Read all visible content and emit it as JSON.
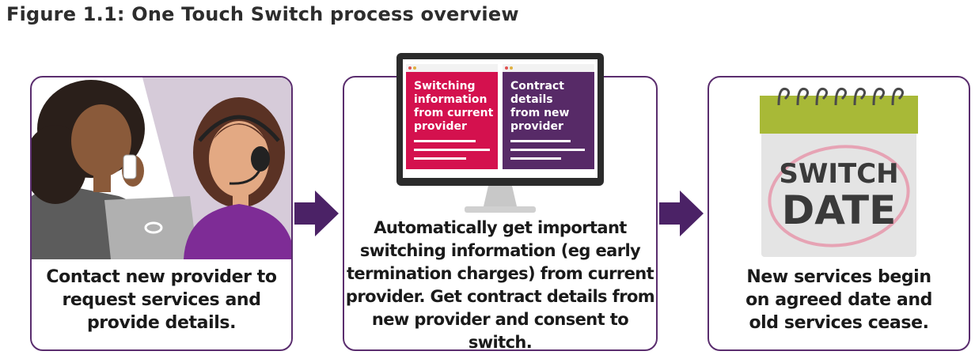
{
  "figure_title": "Figure 1.1: One Touch Switch process overview",
  "steps": [
    {
      "caption_lines": [
        "Contact new provider to",
        "request services and",
        "provide details."
      ]
    },
    {
      "caption_lines": [
        "Automatically get important",
        "switching information (eg early",
        "termination charges) from current",
        "provider. Get contract details from",
        "new provider and consent to switch."
      ]
    },
    {
      "caption_lines": [
        "New services begin",
        "on agreed date and",
        "old services cease."
      ]
    }
  ],
  "screen": {
    "left_card_lines": [
      "Switching",
      "information",
      "from current",
      "provider"
    ],
    "right_card_lines": [
      "Contract",
      "details",
      "from new",
      "provider"
    ]
  },
  "calendar": {
    "line1": "SWITCH",
    "line2": "DATE"
  },
  "colors": {
    "border": "#5a2d6e",
    "arrow": "#4b2266",
    "pink": "#d4114e",
    "purple": "#572a67",
    "calendar_top": "#a8b937"
  }
}
